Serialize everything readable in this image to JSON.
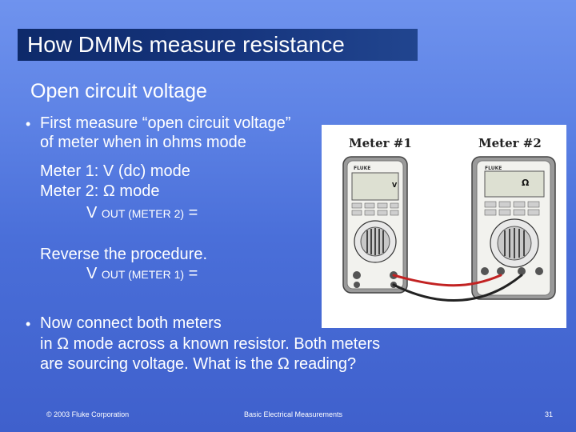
{
  "slide": {
    "title": "How DMMs measure resistance",
    "heading": "Open circuit voltage",
    "bullet1_line1": "First measure “open circuit voltage”",
    "bullet1_line2": "of meter when in ohms mode",
    "meter1_line": "Meter 1:  V (dc) mode",
    "meter2_line": "Meter 2: Ω mode",
    "vout1_v": "V",
    "vout1_sub": "OUT (METER 2)",
    "vout1_eq": "=",
    "reverse_line": "Reverse the procedure.",
    "vout2_v": "V",
    "vout2_sub": "OUT (METER 1)",
    "vout2_eq": "=",
    "bullet2_line1": "Now connect both meters",
    "bullet2_line2": "in Ω mode across a known resistor.  Both meters",
    "bullet2_line3": "are sourcing voltage.  What is the Ω reading?",
    "bullet_char": "•"
  },
  "figure": {
    "meter1_label": "Meter #1",
    "meter2_label": "Meter #2",
    "meter1_display": "V",
    "meter2_display": "Ω",
    "brand": "FLUKE"
  },
  "footer": {
    "copyright": "© 2003 Fluke Corporation",
    "course": "Basic Electrical Measurements",
    "page": "31"
  }
}
